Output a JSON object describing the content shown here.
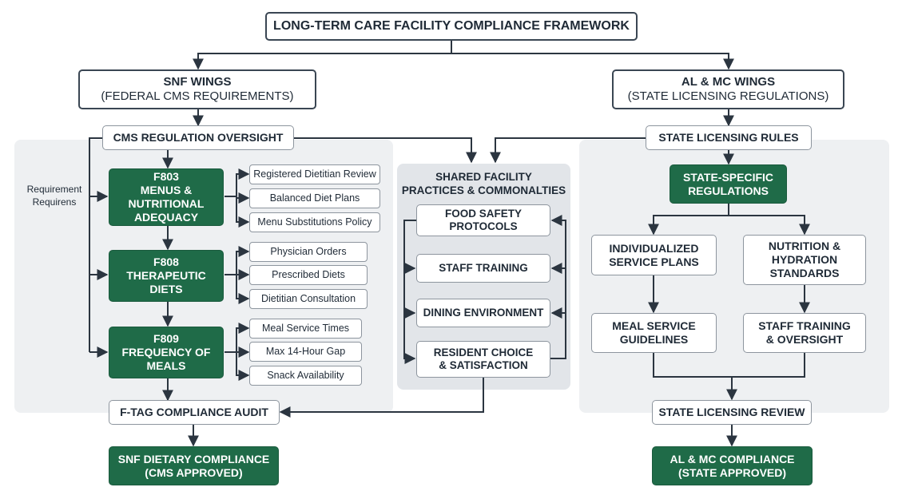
{
  "title": "LONG-TERM CARE FACILITY COMPLIANCE FRAMEWORK",
  "snf": {
    "title": "SNF WINGS",
    "subtitle": "(FEDERAL CMS REQUIREMENTS)",
    "oversight": "CMS REGULATION OVERSIGHT",
    "side_note_1": "Requirement",
    "side_note_2": "Requirens",
    "f803": {
      "code": "F803",
      "name": "MENUS & NUTRITIONAL ADEQUACY",
      "items": [
        "Registered Dietitian Review",
        "Balanced Diet Plans",
        "Menu Substitutions Policy"
      ]
    },
    "f808": {
      "code": "F808",
      "name": "THERAPEUTIC DIETS",
      "items": [
        "Physician Orders",
        "Prescribed Diets",
        "Dietitian Consultation"
      ]
    },
    "f809": {
      "code": "F809",
      "name": "FREQUENCY OF MEALS",
      "items": [
        "Meal Service Times",
        "Max 14-Hour Gap",
        "Snack Availability"
      ]
    },
    "audit": "F-TAG COMPLIANCE AUDIT",
    "compliance_1": "SNF DIETARY COMPLIANCE",
    "compliance_2": "(CMS APPROVED)"
  },
  "shared": {
    "title_1": "SHARED FACILITY",
    "title_2": "PRACTICES & COMMONALTIES",
    "items": [
      "FOOD SAFETY PROTOCOLS",
      "STAFF TRAINING",
      "DINING ENVIRONMENT",
      "RESIDENT CHOICE & SATISFACTION"
    ]
  },
  "almc": {
    "title": "AL & MC WINGS",
    "subtitle": "(STATE LICENSING REGULATIONS)",
    "rules": "STATE LICENSING RULES",
    "specific": "STATE-SPECIFIC REGULATIONS",
    "isp": "INDIVIDUALIZED SERVICE PLANS",
    "nutrition": "NUTRITION & HYDRATION STANDARDS",
    "meal_guidelines": "MEAL SERVICE GUIDELINES",
    "staff_oversight": "STAFF TRAINING & OVERSIGHT",
    "review": "STATE LICENSING REVIEW",
    "compliance_1": "AL & MC COMPLIANCE",
    "compliance_2": "(STATE APPROVED)"
  },
  "colors": {
    "green": "#1f6b48",
    "line": "#2b3540",
    "panel": "#eef0f2"
  }
}
